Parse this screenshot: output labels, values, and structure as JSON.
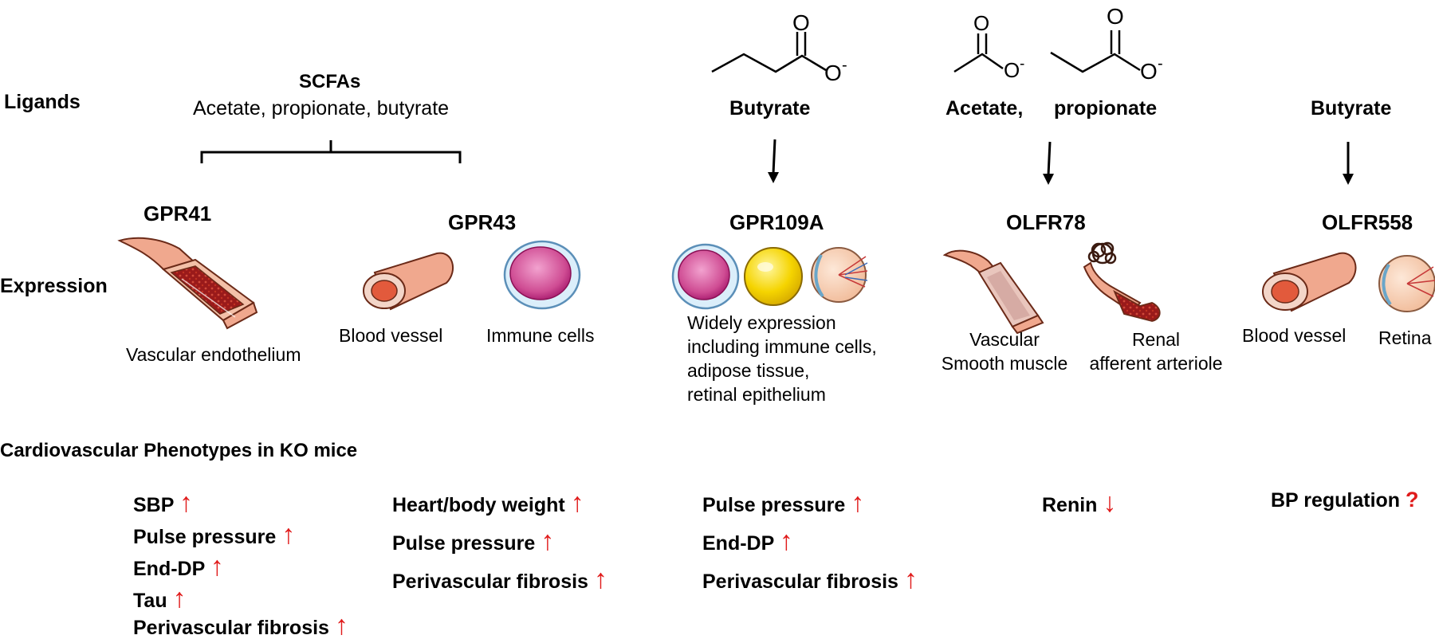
{
  "rows": {
    "ligands": "Ligands",
    "expression": "Expression",
    "phenotypes": "Cardiovascular Phenotypes in KO mice"
  },
  "scfas": {
    "title": "SCFAs",
    "list": "Acetate, propionate, butyrate"
  },
  "ligand_labels": {
    "gpr109a": "Butyrate",
    "olfr78_a": "Acetate,",
    "olfr78_b": "propionate",
    "olfr558": "Butyrate"
  },
  "chem": {
    "oxygen": "O",
    "charge": "-"
  },
  "receptors": {
    "gpr41": "GPR41",
    "gpr43": "GPR43",
    "gpr109a": "GPR109A",
    "olfr78": "OLFR78",
    "olfr558": "OLFR558"
  },
  "tissues": {
    "gpr41": "Vascular endothelium",
    "gpr43_a": "Blood vessel",
    "gpr43_b": "Immune cells",
    "gpr109a": [
      "Widely expression",
      "including immune cells,",
      "adipose tissue,",
      "retinal epithelium"
    ],
    "olfr78_a": [
      "Vascular",
      "Smooth muscle"
    ],
    "olfr78_b": [
      "Renal",
      "afferent arteriole"
    ],
    "olfr558_a": "Blood vessel",
    "olfr558_b": "Retina"
  },
  "phenotypes": {
    "gpr41": [
      "SBP",
      "Pulse pressure",
      "End-DP",
      "Tau",
      "Perivascular fibrosis"
    ],
    "gpr43": [
      "Heart/body weight",
      "Pulse pressure",
      "Perivascular fibrosis"
    ],
    "gpr109a": [
      "Pulse pressure",
      "End-DP",
      "Perivascular fibrosis"
    ],
    "olfr78": [
      "Renin"
    ],
    "olfr558": [
      "BP regulation"
    ]
  },
  "indicators": {
    "up": "↑",
    "down": "↓",
    "unknown": "?"
  },
  "colors": {
    "indicator": "#e01b1b",
    "vessel_outer": "#f0a88e",
    "vessel_lumen": "#e25a3c",
    "endothelium_fill": "#9a1a1a",
    "immune_cell": "#c13a7e",
    "adipose": "#f5d400"
  }
}
